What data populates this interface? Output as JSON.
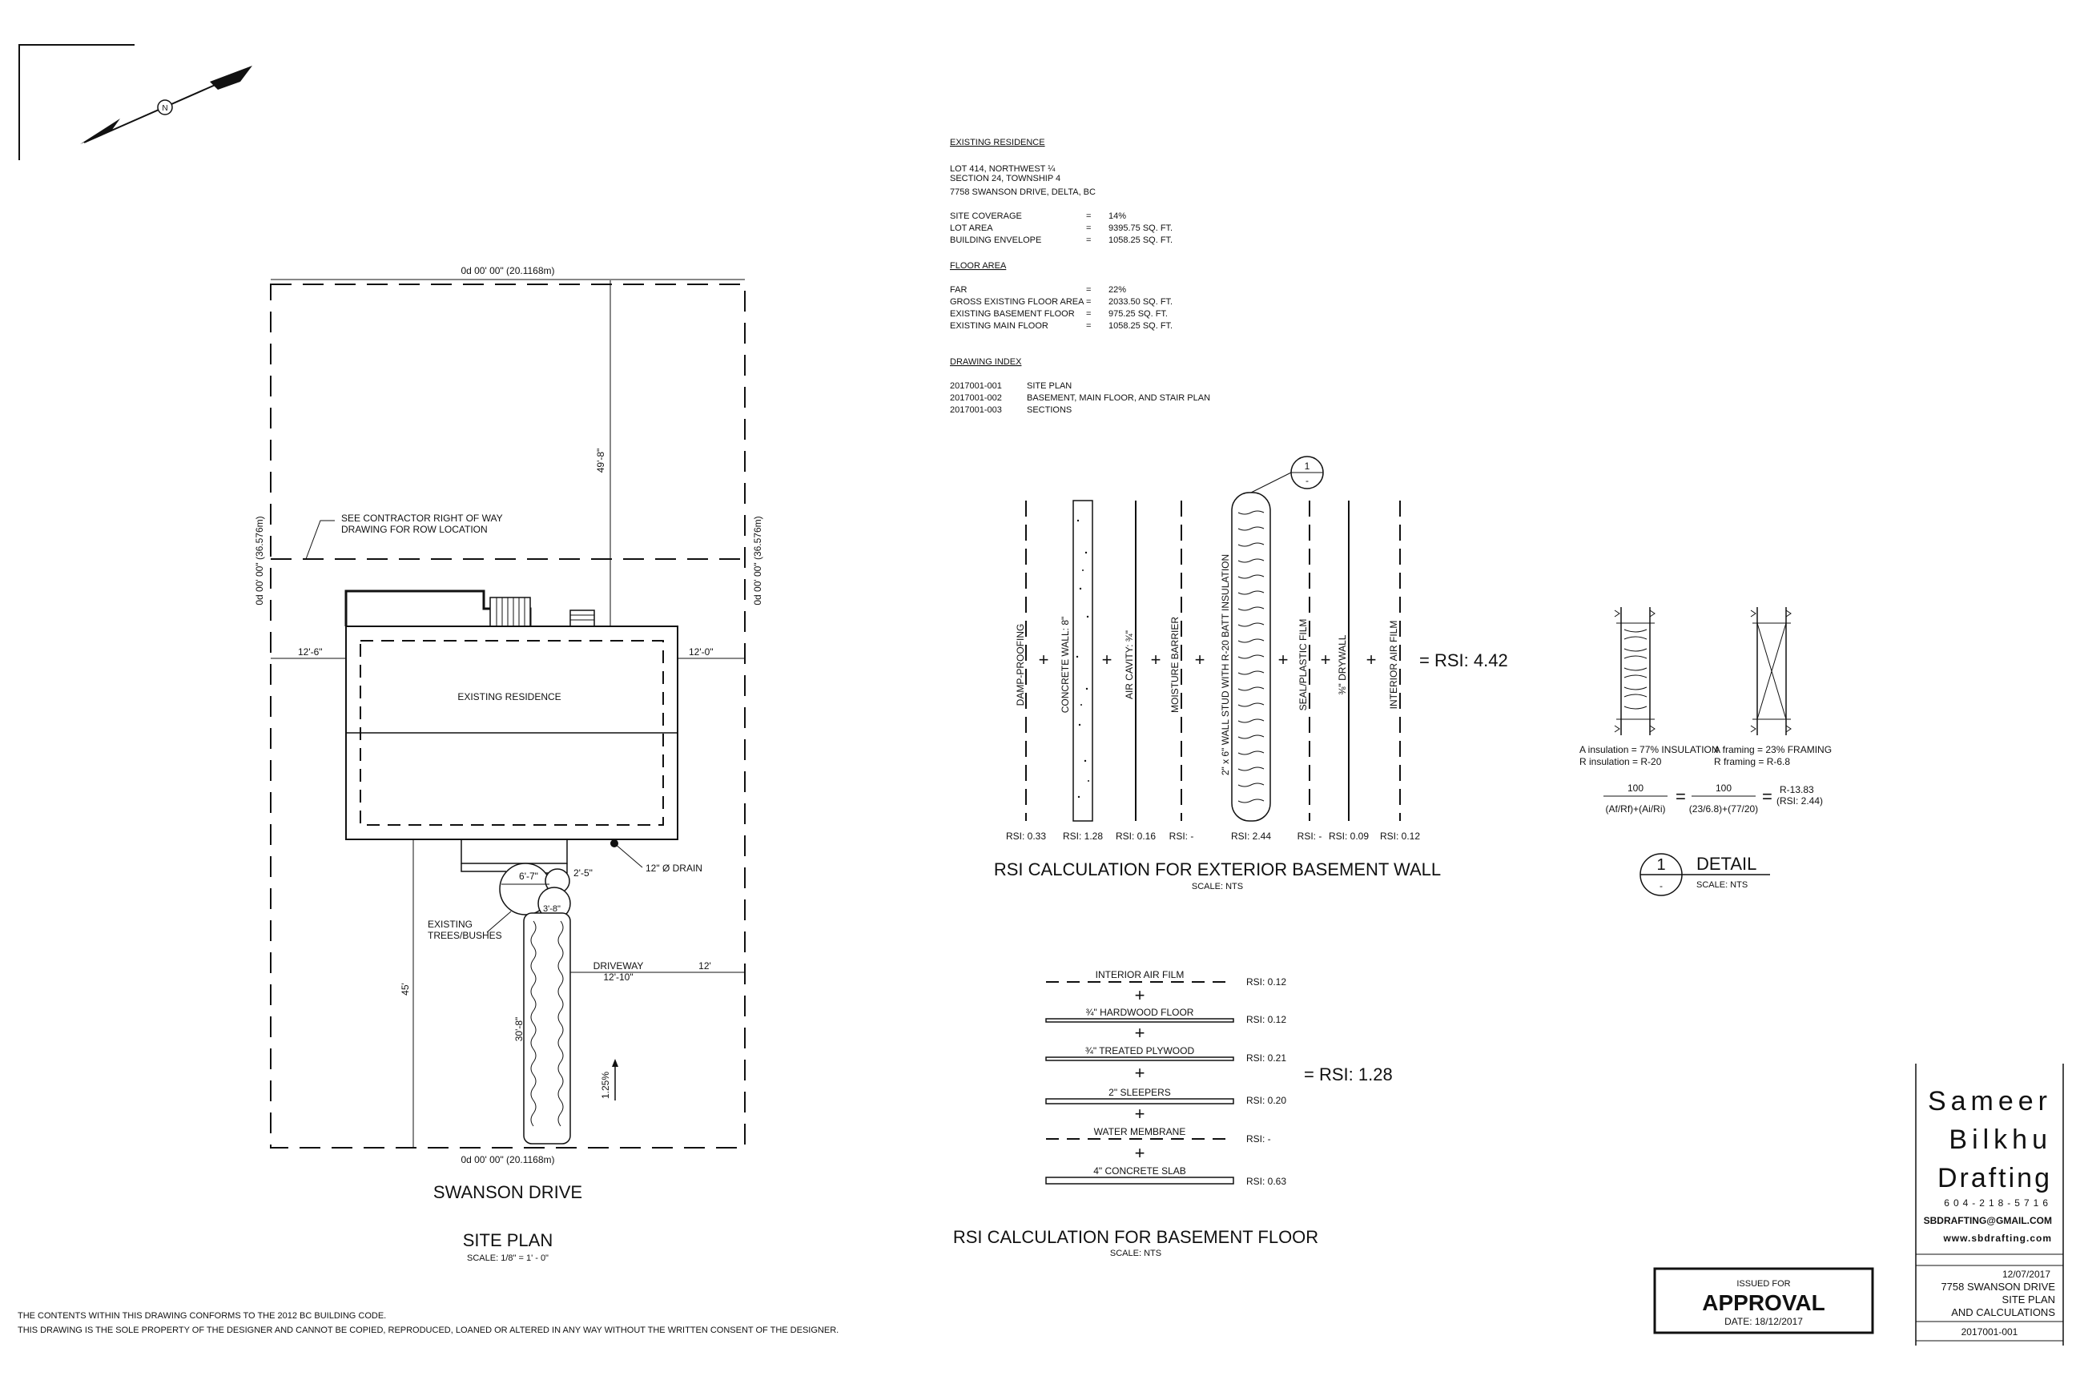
{
  "site_plan": {
    "top_dimension": "0d 00' 00\" (20.1168m)",
    "bottom_dimension": "0d 00' 00\" (20.1168m)",
    "left_dimension": "0d 00' 00\" (36.576m)",
    "right_dimension": "0d 00' 00\" (36.576m)",
    "rear_setback": "49'-8\"",
    "row_note_line1": "SEE CONTRACTOR RIGHT OF WAY",
    "row_note_line2": "DRAWING FOR ROW LOCATION",
    "left_setback": "12'-6\"",
    "right_setback": "12'-0\"",
    "residence_label": "EXISTING RESIDENCE",
    "drain_label": "12\" Ø DRAIN",
    "dim_2_5": "2'-5\"",
    "dim_6_7": "6'-7\"",
    "dim_3_8": "3'-8\"",
    "trees_line1": "EXISTING",
    "trees_line2": "TREES/BUSHES",
    "driveway_label": "DRIVEWAY",
    "driveway_width": "12'-10\"",
    "dim_12": "12'",
    "dim_45": "45'",
    "dim_30_8": "30'-8\"",
    "slope": "1.25%",
    "street": "SWANSON DRIVE",
    "title": "SITE PLAN",
    "scale": "SCALE: 1/8\" = 1' - 0\"",
    "north_label": "N"
  },
  "notes": {
    "line1": "THE CONTENTS WITHIN THIS DRAWING CONFORMS TO THE 2012 BC BUILDING CODE.",
    "line2": "THIS DRAWING IS THE SOLE PROPERTY OF THE DESIGNER AND CANNOT BE COPIED, REPRODUCED, LOANED OR ALTERED IN ANY WAY WITHOUT THE WRITTEN CONSENT OF THE DESIGNER."
  },
  "existing_residence": {
    "heading": "EXISTING RESIDENCE",
    "address_lines": [
      "LOT 414, NORTHWEST ¼",
      "SECTION 24, TOWNSHIP 4",
      "7758 SWANSON DRIVE, DELTA, BC"
    ],
    "stats": [
      {
        "label": "SITE COVERAGE",
        "eq": "=",
        "value": "14%"
      },
      {
        "label": "LOT AREA",
        "eq": "=",
        "value": "9395.75 SQ. FT."
      },
      {
        "label": "BUILDING ENVELOPE",
        "eq": "=",
        "value": "1058.25 SQ. FT."
      }
    ],
    "floor_heading": "FLOOR AREA",
    "floor_stats": [
      {
        "label": "FAR",
        "eq": "=",
        "value": "22%"
      },
      {
        "label": "GROSS EXISTING FLOOR AREA",
        "eq": "=",
        "value": "2033.50 SQ. FT."
      },
      {
        "label": "EXISTING BASEMENT FLOOR",
        "eq": "=",
        "value": "975.25 SQ. FT."
      },
      {
        "label": "EXISTING MAIN FLOOR",
        "eq": "=",
        "value": "1058.25 SQ. FT."
      }
    ],
    "index_heading": "DRAWING INDEX",
    "index": [
      {
        "num": "2017001-001",
        "title": "SITE PLAN"
      },
      {
        "num": "2017001-002",
        "title": "BASEMENT, MAIN FLOOR, AND STAIR PLAN"
      },
      {
        "num": "2017001-003",
        "title": "SECTIONS"
      }
    ]
  },
  "wall_calc": {
    "title": "RSI CALCULATION FOR EXTERIOR BASEMENT WALL",
    "scale": "SCALE: NTS",
    "result": "= RSI: 4.42",
    "callout_num": "1",
    "callout_sub": "-",
    "layers": [
      {
        "label": "DAMP-PROOFING",
        "rsi": "RSI: 0.33"
      },
      {
        "label": "CONCRETE WALL: 8\"",
        "rsi": "RSI: 1.28"
      },
      {
        "label": "AIR CAVITY: ¾\"",
        "rsi": "RSI: 0.16"
      },
      {
        "label": "MOISTURE BARRIER",
        "rsi": "RSI: -"
      },
      {
        "label": "2\" x 6\" WALL STUD WITH R-20 BATT INSULATION",
        "rsi": "RSI: 2.44"
      },
      {
        "label": "SEAL/PLASTIC FILM",
        "rsi": "RSI: -"
      },
      {
        "label": "⅜\" DRYWALL",
        "rsi": "RSI: 0.09"
      },
      {
        "label": "INTERIOR AIR FILM",
        "rsi": "RSI: 0.12"
      }
    ]
  },
  "detail": {
    "ins_line1": "A insulation = 77% INSULATION",
    "ins_line2": "R insulation = R-20",
    "fr_line1": "A framing = 23% FRAMING",
    "fr_line2": "R framing = R-6.8",
    "eq_num": "100",
    "eq_mid_den": "(23/6.8)+(77/20)",
    "eq_den": "(Af/Rf)+(Ai/Ri)",
    "result1": "R-13.83",
    "result2": "(RSI: 2.44)",
    "title": "DETAIL",
    "num": "1",
    "sub": "-",
    "scale": "SCALE: NTS"
  },
  "floor_calc": {
    "title": "RSI CALCULATION FOR BASEMENT FLOOR",
    "scale": "SCALE: NTS",
    "result": "= RSI: 1.28",
    "layers": [
      {
        "label": "INTERIOR AIR FILM",
        "rsi": "RSI: 0.12"
      },
      {
        "label": "¾\" HARDWOOD FLOOR",
        "rsi": "RSI: 0.12"
      },
      {
        "label": "¾\" TREATED PLYWOOD",
        "rsi": "RSI: 0.21"
      },
      {
        "label": "2\" SLEEPERS",
        "rsi": "RSI: 0.20"
      },
      {
        "label": "WATER MEMBRANE",
        "rsi": "RSI: -"
      },
      {
        "label": "4\" CONCRETE SLAB",
        "rsi": "RSI: 0.63"
      }
    ]
  },
  "title_block": {
    "brand_line1": "Sameer",
    "brand_line2": "Bilkhu",
    "brand_line3": "Drafting",
    "phone": "604-218-5716",
    "email": "SBDRAFTING@GMAIL.COM",
    "web": "www.sbdrafting.com",
    "issued_for": "ISSUED FOR",
    "status": "APPROVAL",
    "date": "DATE: 18/12/2017",
    "sheet_date": "12/07/2017",
    "project": "7758 SWANSON DRIVE",
    "sheet_title1": "SITE PLAN",
    "sheet_title2": "AND CALCULATIONS",
    "sheet_num": "2017001-001"
  }
}
